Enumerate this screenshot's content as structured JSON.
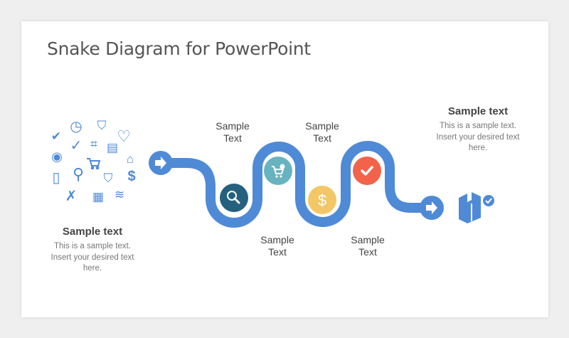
{
  "title": "Snake Diagram for PowerPoint",
  "colors": {
    "path": "#4f8ad6",
    "step1": "#24617f",
    "step2": "#67b3c0",
    "step3": "#f3c766",
    "step4": "#f2634a"
  },
  "steps": [
    {
      "label_line1": "Sample",
      "label_line2": "Text",
      "icon": "magnifier-icon"
    },
    {
      "label_line1": "Sample",
      "label_line2": "Text",
      "icon": "cart-icon"
    },
    {
      "label_line1": "Sample",
      "label_line2": "Text",
      "icon": "dollar-icon"
    },
    {
      "label_line1": "Sample",
      "label_line2": "Text",
      "icon": "check-icon"
    }
  ],
  "left_block": {
    "heading": "Sample text",
    "lines": [
      "This is a sample  text.",
      "Insert your desired text",
      "here."
    ]
  },
  "right_block": {
    "heading": "Sample text",
    "lines": [
      "This is a sample  text.",
      "Insert your desired text",
      "here."
    ]
  },
  "glyphs": {
    "check": "✔",
    "clock": "◷",
    "dollar": "$",
    "eye": "◉",
    "heart": "♡",
    "search": "⚲",
    "phone": "▯",
    "tools": "✗",
    "tag": "⌗",
    "clipboard": "▤",
    "store": "⌂",
    "shield": "⛉",
    "calendar": "▦",
    "coins": "≋",
    "circle_check": "✓",
    "arrow": "➡"
  }
}
